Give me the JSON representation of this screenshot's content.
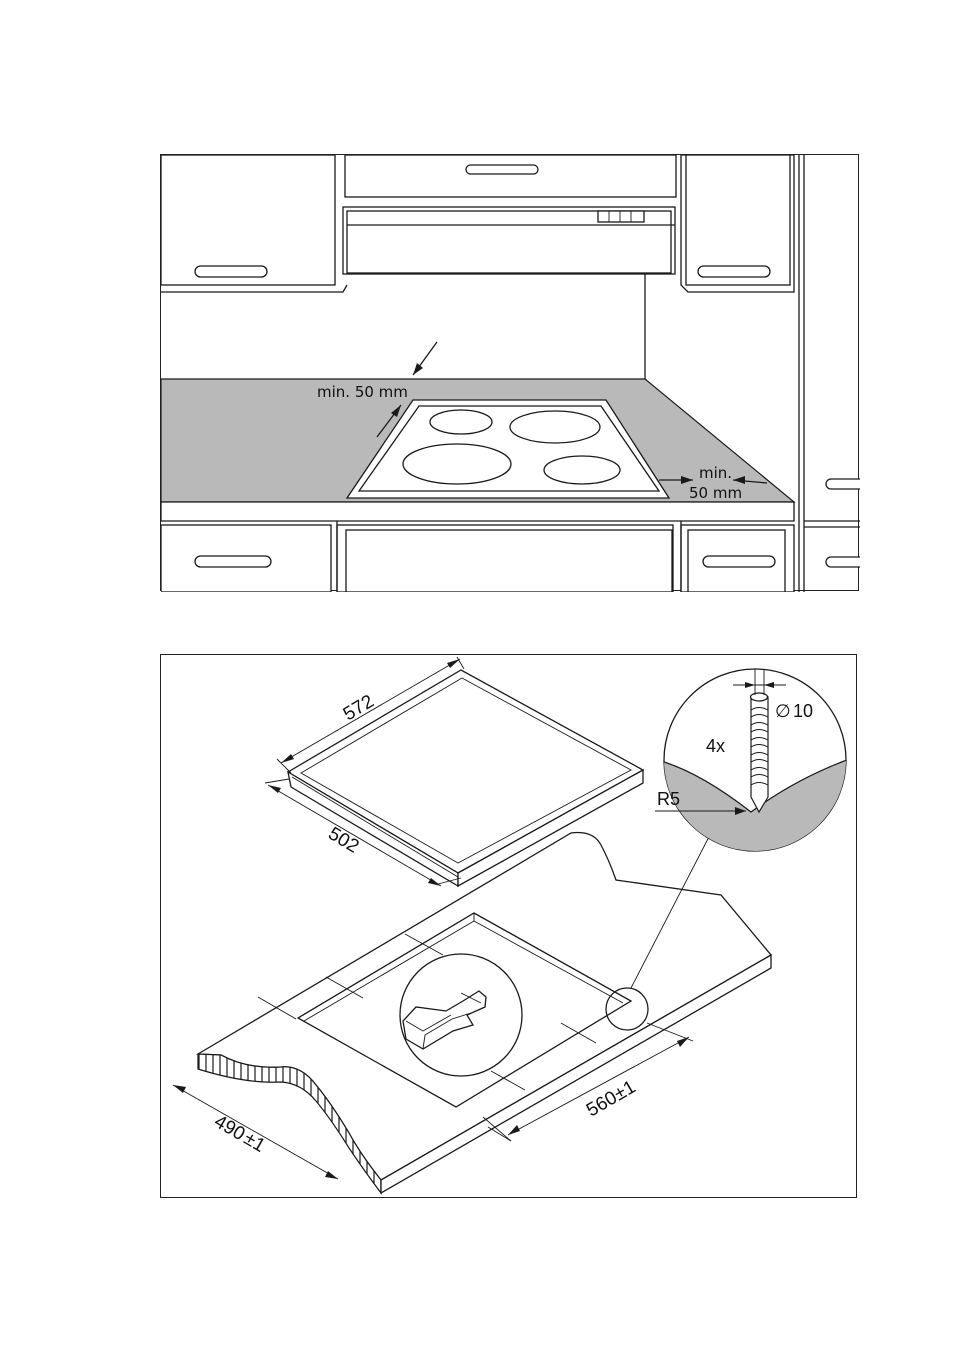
{
  "installation_distances": {
    "rear_clearance": "min. 50 mm",
    "side_clearance_line1": "min.",
    "side_clearance_line2": "50 mm"
  },
  "cutout_dimensions": {
    "hob_width": "572",
    "hob_depth": "502",
    "cutout_width": "560",
    "cutout_depth": "490",
    "tolerance": "±1",
    "corner_radius": "R5",
    "drill_diameter": "10",
    "drill_count": "4x"
  }
}
